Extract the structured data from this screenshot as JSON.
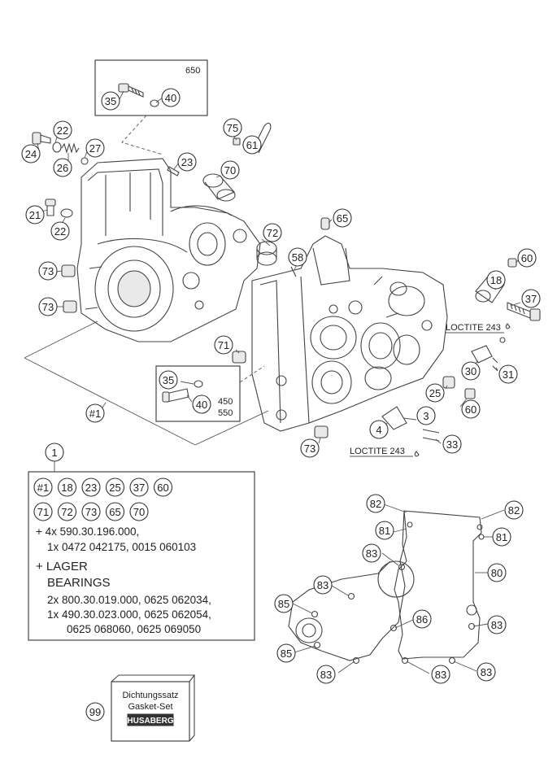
{
  "callouts": {
    "c35a": "35",
    "c40a": "40",
    "c22a": "22",
    "c24": "24",
    "c26": "26",
    "c27": "27",
    "c23": "23",
    "c75": "75",
    "c61": "61",
    "c70": "70",
    "c21": "21",
    "c22b": "22",
    "c65": "65",
    "c72": "72",
    "c58": "58",
    "c73a": "73",
    "c73b": "73",
    "c60a": "60",
    "c18": "18",
    "c37": "37",
    "c71": "71",
    "c35b": "35",
    "c40b": "40",
    "c30": "30",
    "c31": "31",
    "c25": "25",
    "c60b": "60",
    "c3": "3",
    "c4": "4",
    "c33": "33",
    "c73c": "73",
    "cHash1": "#1",
    "c1": "1",
    "c99": "99",
    "c82a": "82",
    "c82b": "82",
    "c81a": "81",
    "c81b": "81",
    "c83a": "83",
    "c80": "80",
    "c83b": "83",
    "c85a": "85",
    "c86": "86",
    "c85b": "85",
    "c83c": "83",
    "c83d": "83",
    "c83e": "83",
    "c83f": "83"
  },
  "labels": {
    "box650": "650",
    "box450": "450",
    "box550": "550",
    "loctite_upper": "LOCTITE 243",
    "loctite_lower": "LOCTITE 243"
  },
  "kit": {
    "row1": [
      "#1",
      "18",
      "23",
      "25",
      "37",
      "60"
    ],
    "row2": [
      "71",
      "72",
      "73",
      "65",
      "70"
    ],
    "line1": "+ 4x 590.30.196.000,",
    "line2": "1x 0472 042175, 0015 060103",
    "line3": "+ LAGER",
    "line4": "BEARINGS",
    "line5": "2x 800.30.019.000, 0625 062034,",
    "line6": "1x 490.30.023.000, 0625 062054,",
    "line7": "0625 068060, 0625 069050"
  },
  "gasket_box": {
    "line1": "Dichtungssatz",
    "line2": "Gasket-Set",
    "logo": "HUSABERG"
  }
}
